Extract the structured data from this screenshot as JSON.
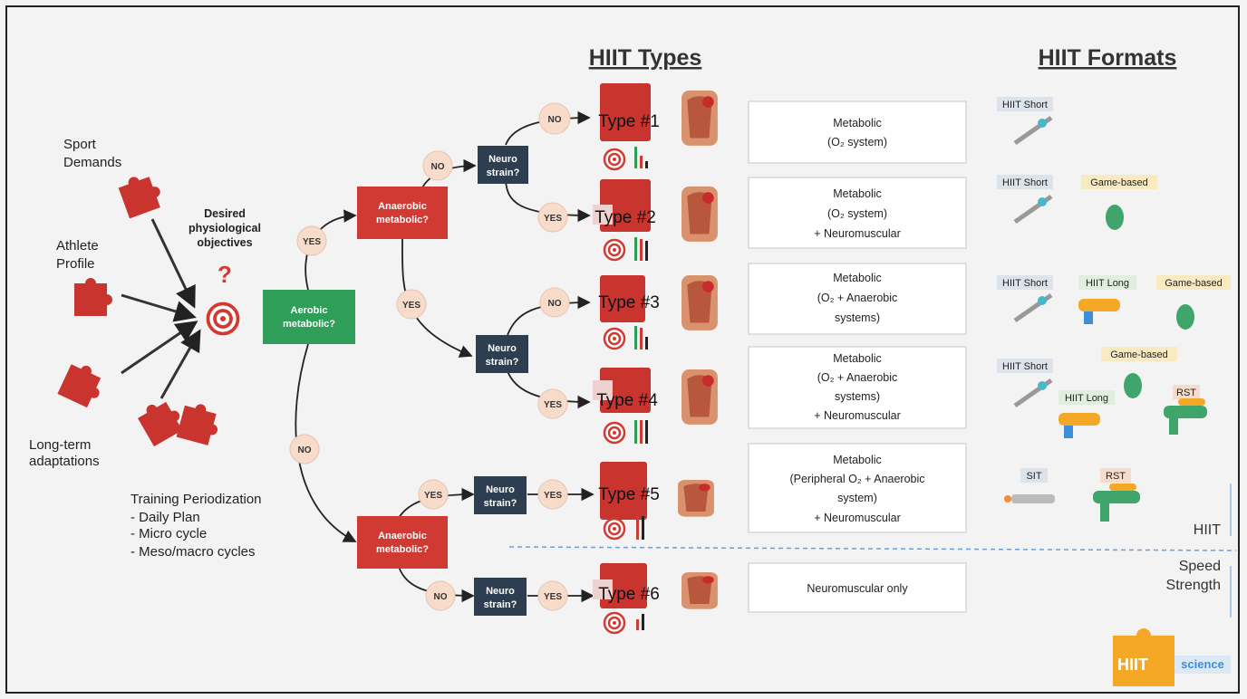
{
  "inputs": {
    "sport": [
      "Sport",
      "Demands"
    ],
    "athlete": [
      "Athlete",
      "Profile"
    ],
    "longterm": [
      "Long-term",
      "adaptations"
    ]
  },
  "objectives": [
    "Desired",
    "physiological",
    "objectives"
  ],
  "periodization": {
    "title": "Training Periodization",
    "items": [
      "- Daily Plan",
      "- Micro cycle",
      "- Meso/macro cycles"
    ]
  },
  "decisions": {
    "aerobic": [
      "Aerobic",
      "metabolic?"
    ],
    "anaerobic_top": [
      "Anaerobic",
      "metabolic?"
    ],
    "anaerobic_bottom": [
      "Anaerobic",
      "metabolic?"
    ],
    "neuro": [
      "Neuro",
      "strain?"
    ]
  },
  "answers": {
    "yes": "YES",
    "no": "NO"
  },
  "headings": {
    "types": "HIIT Types",
    "formats": "HIIT Formats"
  },
  "types": [
    {
      "label": "Type #1",
      "desc": [
        "Metabolic",
        "(O₂ system)"
      ],
      "formats": [
        "HIIT Short"
      ]
    },
    {
      "label": "Type #2",
      "desc": [
        "Metabolic",
        "(O₂ system)",
        "+ Neuromuscular"
      ],
      "formats": [
        "HIIT Short",
        "Game-based"
      ]
    },
    {
      "label": "Type #3",
      "desc": [
        "Metabolic",
        "(O₂ + Anaerobic",
        "systems)"
      ],
      "formats": [
        "HIIT Short",
        "HIIT Long",
        "Game-based"
      ]
    },
    {
      "label": "Type #4",
      "desc": [
        "Metabolic",
        "(O₂ + Anaerobic",
        "systems)",
        "+ Neuromuscular"
      ],
      "formats": [
        "HIIT Short",
        "Game-based",
        "HIIT Long",
        "RST"
      ]
    },
    {
      "label": "Type #5",
      "desc": [
        "Metabolic",
        "(Peripheral O₂ + Anaerobic",
        "system)",
        "+ Neuromuscular"
      ],
      "formats": [
        "SIT",
        "RST"
      ]
    },
    {
      "label": "Type #6",
      "desc": [
        "Neuromuscular only"
      ],
      "formats": []
    }
  ],
  "side_labels": {
    "hiit": "HIIT",
    "speed": "Speed",
    "strength": "Strength"
  },
  "logo": {
    "text": "HIIT",
    "science": "science"
  },
  "colors": {
    "red": "#d03a33",
    "green": "#2e9e58",
    "navy": "#2c3e50",
    "pill": "#f8dccb",
    "orange": "#f4a825",
    "blue": "#3d8ed8"
  }
}
